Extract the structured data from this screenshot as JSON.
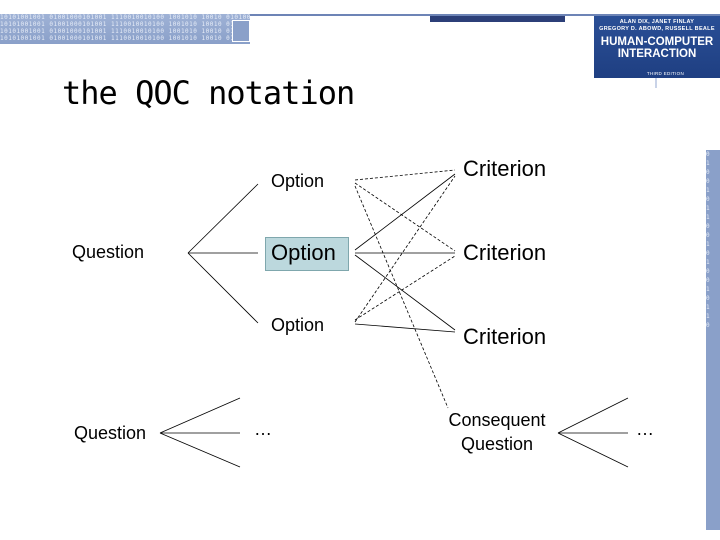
{
  "header": {
    "binary_text": "10101001001 01001000101001 1110010010100 1001010 10010 01010010001 001001 10010 0100101 1001001010 01001 00100101010 11001001001 01010010 0100 1001010010",
    "book_authors": [
      "ALAN DIX, JANET FINLAY",
      "GREGORY D. ABOWD, RUSSELL BEALE"
    ],
    "book_title": [
      "HUMAN-COMPUTER",
      "INTERACTION"
    ],
    "book_edition": "THIRD EDITION"
  },
  "slide": {
    "title": "the QOC notation"
  },
  "diagram": {
    "question_main": "Question",
    "options": [
      "Option",
      "Option",
      "Option"
    ],
    "criteria": [
      "Criterion",
      "Criterion",
      "Criterion"
    ],
    "question_secondary": "Question",
    "ellipsis_left": "…",
    "consequent_question": [
      "Consequent",
      "Question"
    ],
    "ellipsis_right": "…"
  }
}
